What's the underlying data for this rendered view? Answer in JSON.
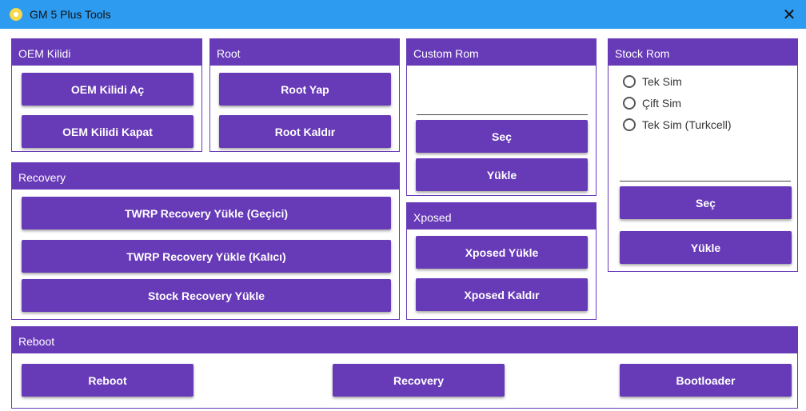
{
  "window": {
    "title": "GM 5 Plus Tools",
    "close_symbol": "✕"
  },
  "oem": {
    "title": "OEM Kilidi",
    "unlock": "OEM Kilidi Aç",
    "lock": "OEM Kilidi Kapat"
  },
  "root": {
    "title": "Root",
    "root": "Root Yap",
    "unroot": "Root Kaldır"
  },
  "custom_rom": {
    "title": "Custom Rom",
    "select": "Seç",
    "install": "Yükle"
  },
  "stock_rom": {
    "title": "Stock Rom",
    "options": [
      "Tek Sim",
      "Çift Sim",
      "Tek Sim (Turkcell)"
    ],
    "select": "Seç",
    "install": "Yükle"
  },
  "recovery": {
    "title": "Recovery",
    "twrp_temp": "TWRP Recovery Yükle (Geçici)",
    "twrp_perm": "TWRP Recovery Yükle (Kalıcı)",
    "stock": "Stock Recovery Yükle"
  },
  "xposed": {
    "title": "Xposed",
    "install": "Xposed Yükle",
    "remove": "Xposed Kaldır"
  },
  "reboot": {
    "title": "Reboot",
    "reboot": "Reboot",
    "recovery": "Recovery",
    "bootloader": "Bootloader"
  },
  "colors": {
    "accent": "#673ab7",
    "titlebar": "#2d9cf0"
  }
}
